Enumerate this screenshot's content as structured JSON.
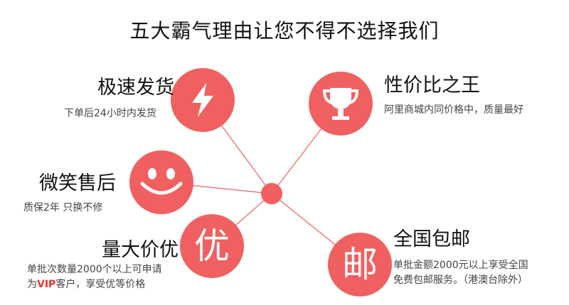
{
  "title": "五大霸气理由让您不得不选择我们",
  "accent_color": "#f06060",
  "items": [
    {
      "heading": "极速发货",
      "desc": "下单后24小时内发货",
      "icon": "lightning-icon"
    },
    {
      "heading": "性价比之王",
      "desc": "阿里商城内同价格中，质量最好",
      "icon": "trophy-icon"
    },
    {
      "heading": "微笑售后",
      "desc": "质保2年  只换不修",
      "icon": "smiley-icon"
    },
    {
      "heading": "量大价优",
      "desc_line1": "单批次数量2000个以上可申请",
      "desc_line2_prefix": "为",
      "desc_line2_vip": "VIP",
      "desc_line2_suffix": "客户，享受优等价格",
      "icon_char": "优"
    },
    {
      "heading": "全国包邮",
      "desc_line1": "单批金额2000元以上享受全国",
      "desc_line2": "免费包邮服务。（港澳台除外）",
      "icon_char": "邮"
    }
  ]
}
